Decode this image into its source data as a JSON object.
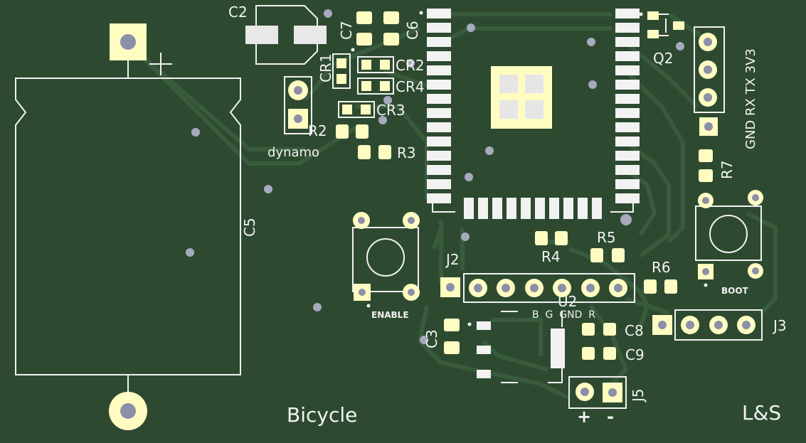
{
  "colors": {
    "board_bg": "#2d4a30",
    "copper": "#3a5f3d",
    "pad": "#fffcc2",
    "pad_outline": "#d9d59a",
    "hole": "#8b8fa8",
    "via": "#a7a9bd",
    "silk": "#f2f2f2",
    "hatch": "#e8e8e8"
  },
  "labels": {
    "c2": "C2",
    "c7": "C7",
    "c6": "C6",
    "cr1": "CR1",
    "cr2": "CR2",
    "cr4": "CR4",
    "cr3": "CR3",
    "r2": "R2",
    "r3": "R3",
    "dynamo": "dynamo",
    "c5": "C5",
    "plus": "+",
    "q2": "Q2",
    "connector_pins": "GND RX TX 3V3",
    "r7": "R7",
    "r5": "R5",
    "r4": "R4",
    "r6": "R6",
    "j2": "J2",
    "u2": "U2",
    "bgndr": "B  G  GND  R",
    "enable": "ENABLE",
    "boot": "BOOT",
    "c3": "C3",
    "c8": "C8",
    "c9": "C9",
    "j3": "J3",
    "j5": "J5",
    "plus_bottom": "+",
    "minus_bottom": "-",
    "bicycle": "Bicycle",
    "ls": "L&S"
  }
}
